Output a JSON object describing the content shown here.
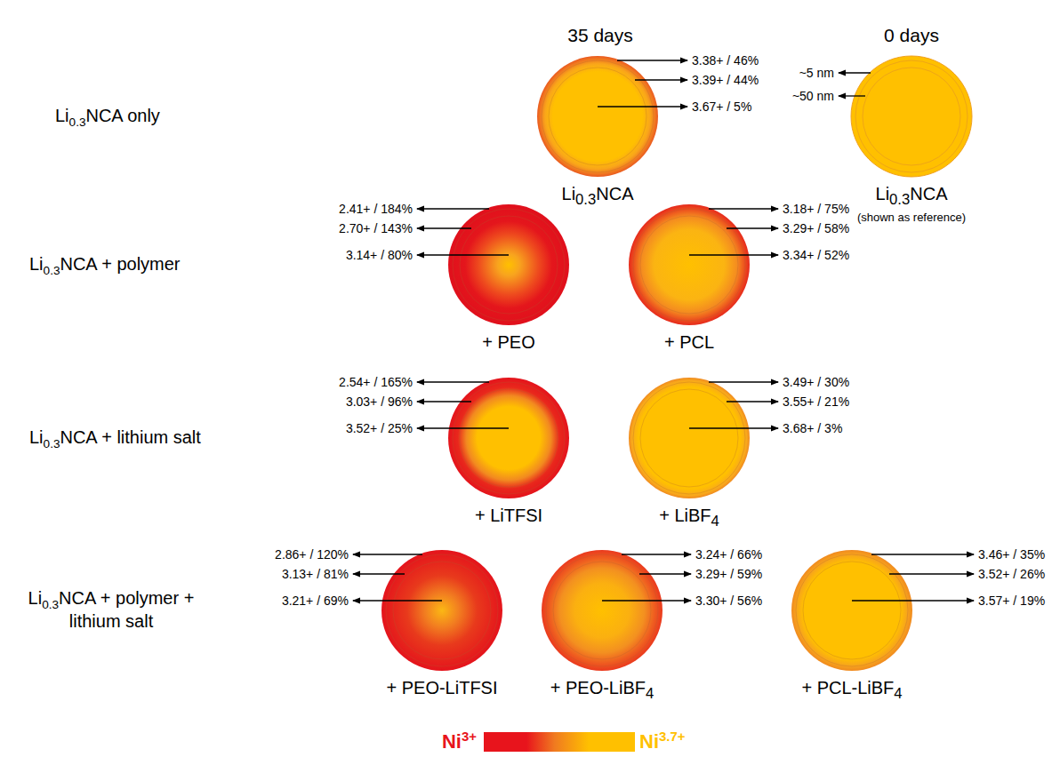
{
  "diagram": {
    "nodes": [
      {
        "text": [
          "Li0.3NCA"
        ]
      },
      {
        "text": [
          "Li0.3NCA",
          "(shown as reference)"
        ]
      },
      {
        "text": [
          "+ PEO"
        ]
      },
      {
        "text": [
          "+ PCL"
        ]
      },
      {
        "text": [
          "+ LiTFSI"
        ]
      },
      {
        "text": [
          "+ LiBF4"
        ]
      },
      {
        "text": [
          "+ PEO-LiTFSI"
        ]
      },
      {
        "text": [
          "+ PEO-LiBF4"
        ]
      },
      {
        "text": [
          "+ PCL-LiBF4"
        ]
      }
    ],
    "labels": [
      "35 days",
      "0 days",
      "~5 nm",
      "~50 nm",
      "Li0.3NCA only",
      "3.38+ / 46%",
      "3.39+ / 44%",
      "3.67+ / 5%",
      "Li0.3NCA + polymer",
      "2.41+ / 184%",
      "2.70+ / 143%",
      "3.14+ / 80%",
      "3.18+ / 75%",
      "3.29+ / 58%",
      "3.34+ / 52%",
      "Li0.3NCA + lithium salt",
      "2.54+ / 165%",
      "3.03+ / 96%",
      "3.52+ / 25%",
      "3.49+ / 30%",
      "3.55+ / 21%",
      "3.68+ / 3%",
      "Li0.3NCA + polymer + lithium salt",
      "2.86+ / 120%",
      "3.13+ / 81%",
      "3.21+ / 69%",
      "3.24+ / 66%",
      "3.29+ / 59%",
      "3.30+ / 56%",
      "3.46+ / 35%",
      "3.52+ / 26%",
      "3.57+ / 19%"
    ],
    "legend": [
      {
        "text": "Ni3+",
        "color": "#e8141c"
      },
      {
        "text": "Ni3.7+",
        "color": "#ffc000"
      }
    ]
  }
}
